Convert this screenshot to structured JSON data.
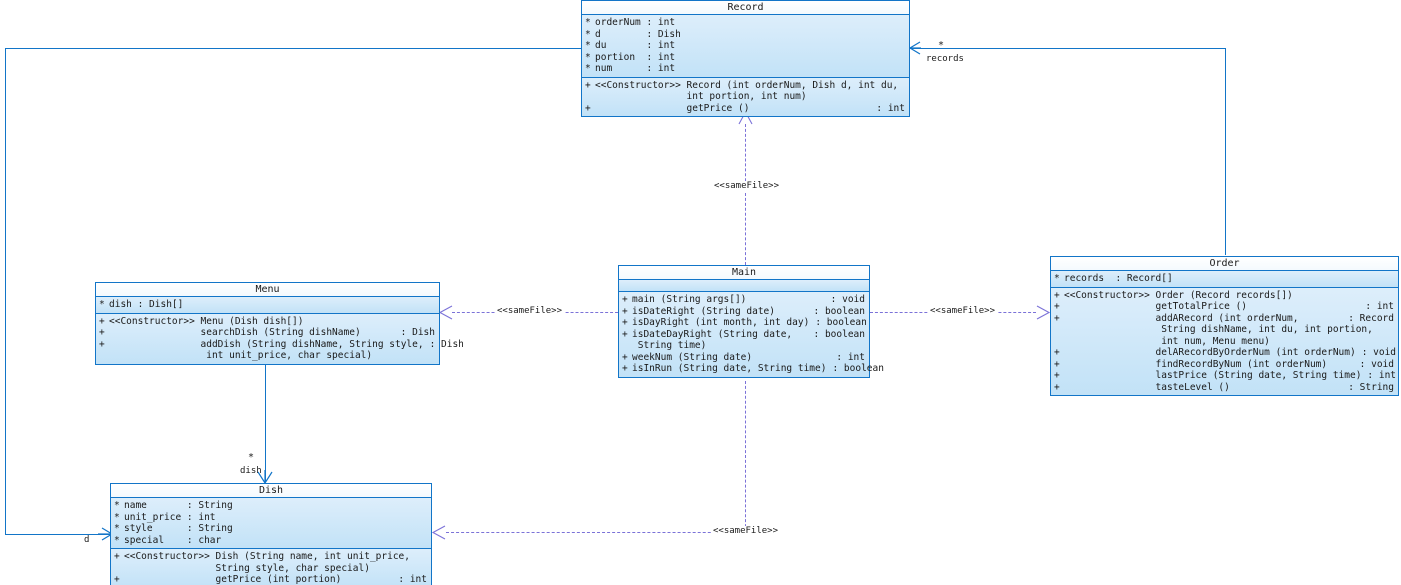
{
  "diagram": {
    "kind": "uml-class-diagram",
    "colors": {
      "line": "#1275c8",
      "dependency": "#7b72d8",
      "box_fill_top": "#ddeefb",
      "box_fill_bottom": "#c2e2f7",
      "title_fill": "#ffffff",
      "text": "#1a1a1a",
      "background": "#ffffff"
    }
  },
  "classes": {
    "record": {
      "name": "Record",
      "attributes": [
        {
          "vis": "*",
          "sig": "orderNum : int"
        },
        {
          "vis": "*",
          "sig": "d        : Dish"
        },
        {
          "vis": "*",
          "sig": "du       : int"
        },
        {
          "vis": "*",
          "sig": "portion  : int"
        },
        {
          "vis": "*",
          "sig": "num      : int"
        }
      ],
      "operations": [
        {
          "vis": "+",
          "sig": "<<Constructor>> Record (int orderNum, Dish d, int du,\n                int portion, int num)",
          "ret": ""
        },
        {
          "vis": "+",
          "sig": "                getPrice ()",
          "ret": ": int"
        }
      ]
    },
    "menu": {
      "name": "Menu",
      "attributes": [
        {
          "vis": "*",
          "sig": "dish : Dish[]"
        }
      ],
      "operations": [
        {
          "vis": "+",
          "sig": "<<Constructor>> Menu (Dish dish[])",
          "ret": ""
        },
        {
          "vis": "+",
          "sig": "                searchDish (String dishName)",
          "ret": ": Dish"
        },
        {
          "vis": "+",
          "sig": "                addDish (String dishName, String style,",
          "ret": ": Dish"
        },
        {
          "vis": "",
          "sig": "                 int unit_price, char special)",
          "ret": ""
        }
      ]
    },
    "main": {
      "name": "Main",
      "attributes": [],
      "operations": [
        {
          "vis": "+",
          "sig": "main (String args[])",
          "ret": ": void"
        },
        {
          "vis": "+",
          "sig": "isDateRight (String date)",
          "ret": ": boolean"
        },
        {
          "vis": "+",
          "sig": "isDayRight (int month, int day)",
          "ret": ": boolean"
        },
        {
          "vis": "+",
          "sig": "isDateDayRight (String date,",
          "ret": ": boolean"
        },
        {
          "vis": "",
          "sig": " String time)",
          "ret": ""
        },
        {
          "vis": "+",
          "sig": "weekNum (String date)",
          "ret": ": int"
        },
        {
          "vis": "+",
          "sig": "isInRun (String date, String time)",
          "ret": ": boolean"
        }
      ]
    },
    "order": {
      "name": "Order",
      "attributes": [
        {
          "vis": "*",
          "sig": "records  : Record[]"
        }
      ],
      "operations": [
        {
          "vis": "+",
          "sig": "<<Constructor>> Order (Record records[])",
          "ret": ""
        },
        {
          "vis": "+",
          "sig": "                getTotalPrice ()",
          "ret": ": int"
        },
        {
          "vis": "+",
          "sig": "                addARecord (int orderNum,",
          "ret": ": Record"
        },
        {
          "vis": "",
          "sig": "                 String dishName, int du, int portion,",
          "ret": ""
        },
        {
          "vis": "",
          "sig": "                 int num, Menu menu)",
          "ret": ""
        },
        {
          "vis": "+",
          "sig": "                delARecordByOrderNum (int orderNum)",
          "ret": ": void"
        },
        {
          "vis": "+",
          "sig": "                findRecordByNum (int orderNum)",
          "ret": ": void"
        },
        {
          "vis": "+",
          "sig": "                lastPrice (String date, String time)",
          "ret": ": int"
        },
        {
          "vis": "+",
          "sig": "                tasteLevel ()",
          "ret": ": String"
        }
      ]
    },
    "dish": {
      "name": "Dish",
      "attributes": [
        {
          "vis": "*",
          "sig": "name       : String"
        },
        {
          "vis": "*",
          "sig": "unit_price : int"
        },
        {
          "vis": "*",
          "sig": "style      : String"
        },
        {
          "vis": "*",
          "sig": "special    : char"
        }
      ],
      "operations": [
        {
          "vis": "+",
          "sig": "<<Constructor>> Dish (String name, int unit_price,\n                String style, char special)",
          "ret": ""
        },
        {
          "vis": "+",
          "sig": "                getPrice (int portion)",
          "ret": ": int"
        }
      ]
    }
  },
  "edges": {
    "order_record": {
      "multiplicity": "*",
      "role": "records",
      "type": "association"
    },
    "menu_dish": {
      "multiplicity": "*",
      "role": "dish",
      "type": "association"
    },
    "record_dish": {
      "multiplicity": "",
      "role": "d",
      "type": "association"
    },
    "main_record": {
      "label": "<<sameFile>>",
      "type": "dependency"
    },
    "main_menu": {
      "label": "<<sameFile>>",
      "type": "dependency"
    },
    "main_order": {
      "label": "<<sameFile>>",
      "type": "dependency"
    },
    "main_dish": {
      "label": "<<sameFile>>",
      "type": "dependency"
    }
  }
}
